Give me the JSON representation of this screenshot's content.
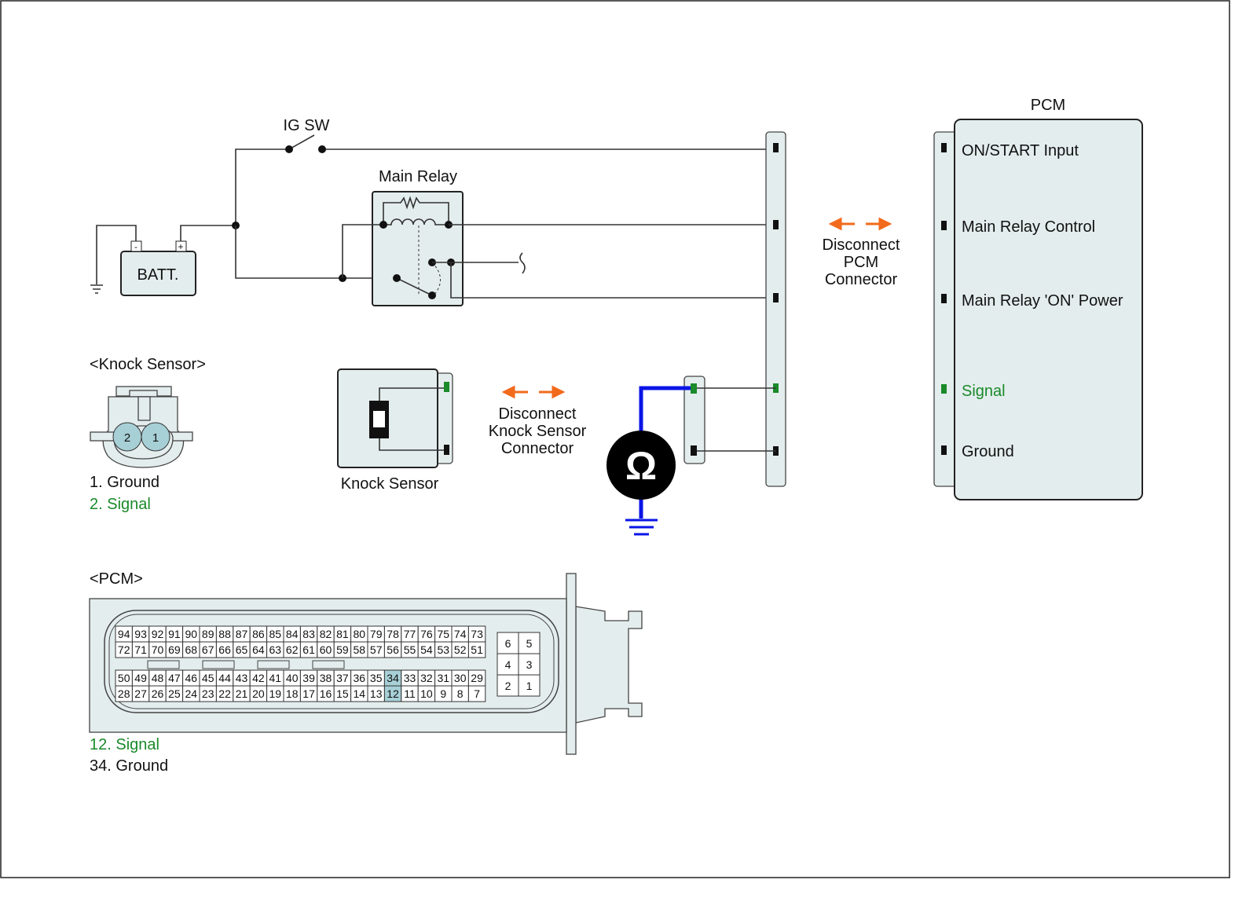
{
  "labels": {
    "ig_sw": "IG SW",
    "main_relay": "Main Relay",
    "batt": "BATT.",
    "batt_neg": "-",
    "batt_pos": "+",
    "pcm_title": "PCM",
    "disconnect_pcm": [
      "Disconnect",
      "PCM",
      "Connector"
    ],
    "disconnect_knock": [
      "Disconnect",
      "Knock Sensor",
      "Connector"
    ],
    "knock_sensor": "Knock Sensor",
    "knock_sensor_header": "<Knock Sensor>",
    "knock_pins": [
      "1. Ground",
      "2. Signal"
    ],
    "knock_pin_numbers": [
      "2",
      "1"
    ],
    "pcm_header": "<PCM>",
    "pcm_pins": [
      "12. Signal",
      "34. Ground"
    ],
    "ohm_symbol": "Ω"
  },
  "pcm_terminals": [
    "ON/START Input",
    "Main Relay Control",
    "Main Relay 'ON' Power",
    "Signal",
    "Ground"
  ],
  "pcm_connector": {
    "rows": [
      [
        94,
        93,
        92,
        91,
        90,
        89,
        88,
        87,
        86,
        85,
        84,
        83,
        82,
        81,
        80,
        79,
        78,
        77,
        76,
        75,
        74,
        73
      ],
      [
        72,
        71,
        70,
        69,
        68,
        67,
        66,
        65,
        64,
        63,
        62,
        61,
        60,
        59,
        58,
        57,
        56,
        55,
        54,
        53,
        52,
        51
      ],
      [
        50,
        49,
        48,
        47,
        46,
        45,
        44,
        43,
        42,
        41,
        40,
        39,
        38,
        37,
        36,
        35,
        34,
        33,
        32,
        31,
        30,
        29
      ],
      [
        28,
        27,
        26,
        25,
        24,
        23,
        22,
        21,
        20,
        19,
        18,
        17,
        16,
        15,
        14,
        13,
        12,
        11,
        10,
        9,
        8,
        7
      ]
    ],
    "small_block": [
      [
        6,
        5
      ],
      [
        4,
        3
      ],
      [
        2,
        1
      ]
    ],
    "highlighted": [
      34,
      12
    ]
  },
  "colors": {
    "signal": "#1a8a2a",
    "arrow": "#f26a1b",
    "meter_lead": "#0a14e6",
    "highlight": "#a7cfd6",
    "panel": "#e4eded"
  }
}
